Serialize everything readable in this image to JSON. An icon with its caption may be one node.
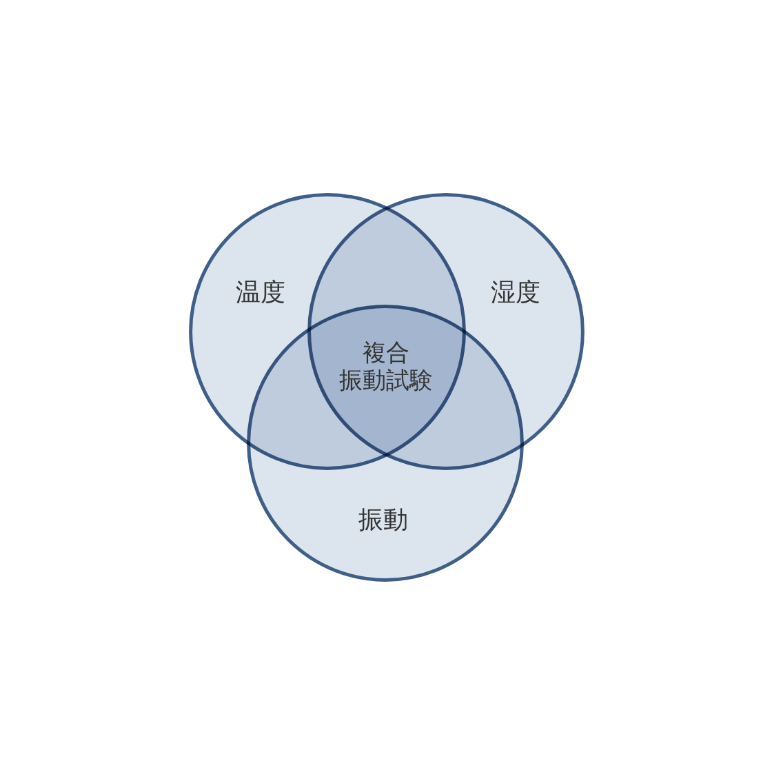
{
  "diagram": {
    "nodes": [
      {
        "text": [
          "温度"
        ]
      },
      {
        "text": [
          "湿度"
        ]
      },
      {
        "text": [
          "振動"
        ]
      }
    ],
    "labels": [
      "複合振動試験"
    ]
  }
}
